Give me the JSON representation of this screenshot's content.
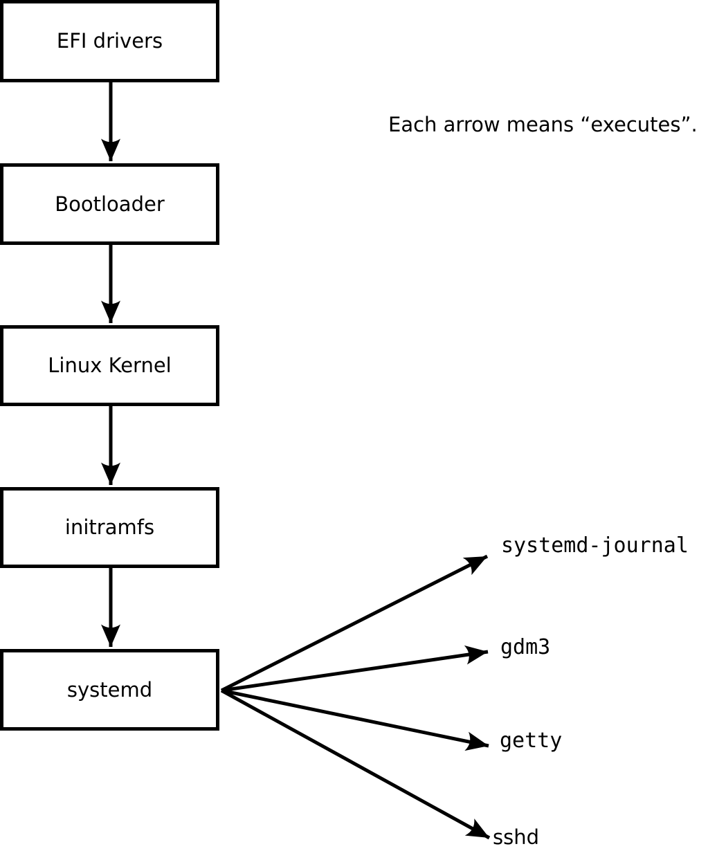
{
  "caption": {
    "text": "Each arrow means “executes”."
  },
  "nodes": [
    {
      "label": "EFI drivers"
    },
    {
      "label": "Bootloader"
    },
    {
      "label": "Linux Kernel"
    },
    {
      "label": "initramfs"
    },
    {
      "label": "systemd"
    }
  ],
  "spawned": [
    {
      "label": "systemd-journal"
    },
    {
      "label": "gdm3"
    },
    {
      "label": "getty"
    },
    {
      "label": "sshd"
    }
  ],
  "colors": {
    "line": "#000000",
    "text": "#000000",
    "node_fill": "#ffffff",
    "background": "#ffffff"
  }
}
